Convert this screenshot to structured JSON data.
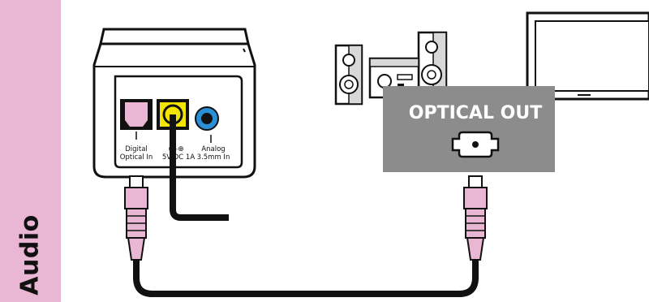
{
  "section_title": "Audio",
  "device_port_labels": {
    "digital_line1": "Digital",
    "digital_line2": "Optical In",
    "power_line1": "⊖–⊕",
    "power_line2": "5V DC 1A",
    "analog_line1": "Analog",
    "analog_line2": "3.5mm In"
  },
  "optical_out_label": "OPTICAL OUT",
  "colors": {
    "sidebar": "#e9b6d3",
    "optical_port": "#e9b6d3",
    "power_port": "#f2e600",
    "analog_port": "#2a8fd6",
    "label_box": "#8c8c8c",
    "cable": "#111111",
    "connector": "#e9b6d3"
  }
}
